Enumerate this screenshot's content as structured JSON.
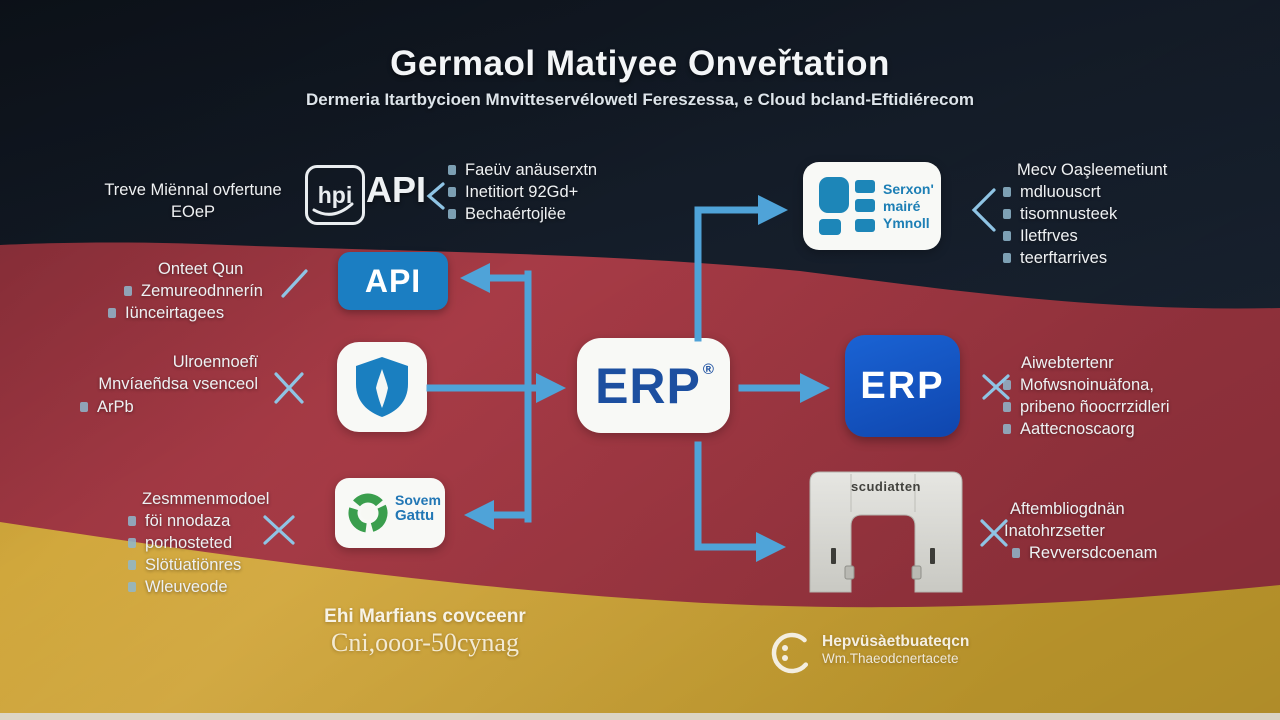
{
  "title": "Germaol Matiyee Onveřtation",
  "subtitle": "Dermeria Itartbycioen Mnvitteservélowetl Fereszessa, e Cloud bcland-Eftidiérecom",
  "left_labels": [
    {
      "lines": [
        "Treve Miënnal ovfertune",
        "EOeP"
      ]
    },
    {
      "heading": "Onteet Qun",
      "bullets": [
        "Zemureodnnerín",
        "Iünceirtagees"
      ]
    },
    {
      "lines": [
        "Ulroennoefï",
        "Mnvíaeñdsa vsenceol"
      ],
      "bullets": [
        "ArPb"
      ]
    },
    {
      "heading": "Zesmmenmodoel",
      "bullets": [
        "föi nnodaza",
        "porhosteted",
        "Slötüatiönres",
        "Wleuveode"
      ]
    }
  ],
  "api_row": {
    "chip_text": "hpi",
    "label": "API",
    "bullets": [
      "Faeüv anäuserxtn",
      "Inetitiort 92Gd+",
      "Bechaértojlëe"
    ]
  },
  "nodes": {
    "api_box_label": "API",
    "erp_center_label": "ERP",
    "erp_center_mark": "®",
    "erp_right_label": "ERP",
    "server_lines": [
      "Serxon'",
      "mairé",
      "Ymnoll"
    ],
    "green_lines": [
      "Sovem",
      "Gattu"
    ],
    "gate_label": "scudiatten"
  },
  "right_lists": [
    {
      "heading": "Mecv Oaşleemetiunt",
      "bullets": [
        "mdluouscrt",
        "tisomnusteek",
        "Iletfrves",
        "teerftarrives"
      ]
    },
    {
      "heading": "Aiwebtertenr",
      "bullets": [
        "Mofwsnoinuäfona,",
        "pribeno ñoocrrzidleri",
        "Aattecnoscaorg"
      ]
    },
    {
      "lines": [
        "Aftembliogdnän",
        "Inatohrzsetter"
      ],
      "bullets": [
        "Revversdcoenam"
      ]
    }
  ],
  "footer_left": {
    "line1": "Ehi Marfians covceenr",
    "line2": "Cni,ooor-50cynag"
  },
  "footer_right": {
    "line1": "Hepvüsàetbuateqcn",
    "line2": "Wm.Thaeodcnertacete"
  },
  "icons": {
    "hpi_chip": "api-chip-icon",
    "shield": "shield-icon",
    "green_swirl": "circular-arrows-icon",
    "server": "server-blocks-icon",
    "gate": "security-gate-icon",
    "ring": "ring-logo-icon"
  },
  "colors": {
    "flag_dark": "#131a24",
    "flag_red": "#a03742",
    "flag_gold": "#cda42f",
    "arrow_blue": "#4fa3d8",
    "mark_blue": "#8fc4e4",
    "api_blue": "#1b7ec2",
    "erp_text_blue": "#1c4fa0",
    "erp_box_blue": "#1253c4",
    "server_blue": "#1d7fb5",
    "logo_green": "#3a9e4d"
  }
}
